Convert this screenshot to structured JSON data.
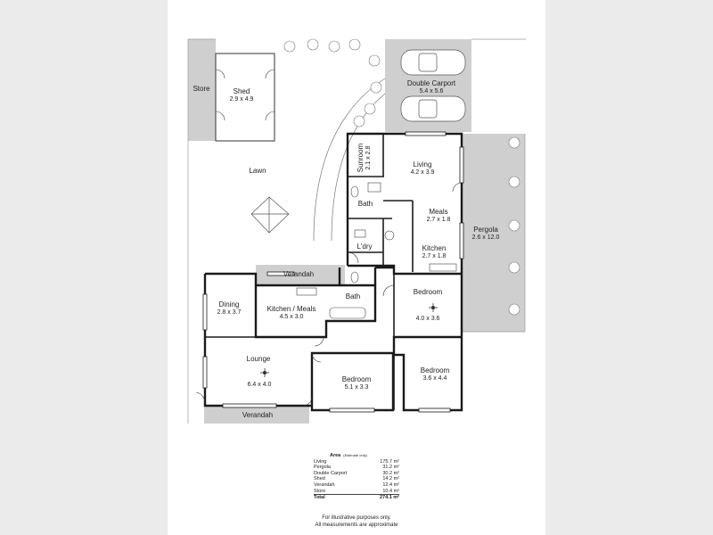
{
  "rooms": {
    "store": {
      "name": "Store"
    },
    "shed": {
      "name": "Shed",
      "dims": "2.9 x 4.9"
    },
    "lawn": {
      "name": "Lawn"
    },
    "carport": {
      "name": "Double Carport",
      "dims": "5.4 x 5.6"
    },
    "sunroom": {
      "name": "Sunroom",
      "dims": "2.1 x 2.8"
    },
    "living": {
      "name": "Living",
      "dims": "4.2 x 3.9"
    },
    "bath_upper": {
      "name": "Bath"
    },
    "meals": {
      "name": "Meals",
      "dims": "2.7 x 1.8"
    },
    "laundry": {
      "name": "L'dry"
    },
    "kitchen": {
      "name": "Kitchen",
      "dims": "2.7 x 1.8"
    },
    "pergola": {
      "name": "Pergola",
      "dims": "2.6 x 12.0"
    },
    "verandah_top": {
      "name": "Verandah"
    },
    "bath_lower": {
      "name": "Bath"
    },
    "bedroom_east": {
      "name": "Bedroom",
      "dims": "4.0 x 3.6"
    },
    "dining": {
      "name": "Dining",
      "dims": "2.8 x 3.7"
    },
    "kitchen_meals": {
      "name": "Kitchen / Meals",
      "dims": "4.5 x 3.0"
    },
    "lounge": {
      "name": "Lounge",
      "dims": "6.4 x 4.0"
    },
    "bedroom_main": {
      "name": "Bedroom",
      "dims": "5.1 x 3.3"
    },
    "bedroom_se": {
      "name": "Bedroom",
      "dims": "3.6 x 4.4"
    },
    "verandah_bottom": {
      "name": "Verandah"
    }
  },
  "area_table": {
    "heading": "Area",
    "subheading": "(Estimate only)",
    "rows": [
      {
        "label": "Living",
        "value": "175.7 m²"
      },
      {
        "label": "Pergola",
        "value": "31.2 m²"
      },
      {
        "label": "Double Carport",
        "value": "30.2 m²"
      },
      {
        "label": "Shed",
        "value": "14.2 m²"
      },
      {
        "label": "Verandah",
        "value": "12.4 m²"
      },
      {
        "label": "Store",
        "value": "10.4 m²"
      }
    ],
    "total": {
      "label": "Total",
      "value": "274.1 m²"
    }
  },
  "disclaimer": {
    "line1": "For illustrative purposes only.",
    "line2": "All measurements are approximate"
  },
  "colors": {
    "background": "#ebebeb",
    "sheet": "#ffffff",
    "wall": "#1a1a1a",
    "outdoor_fill": "#cfcfcf"
  }
}
